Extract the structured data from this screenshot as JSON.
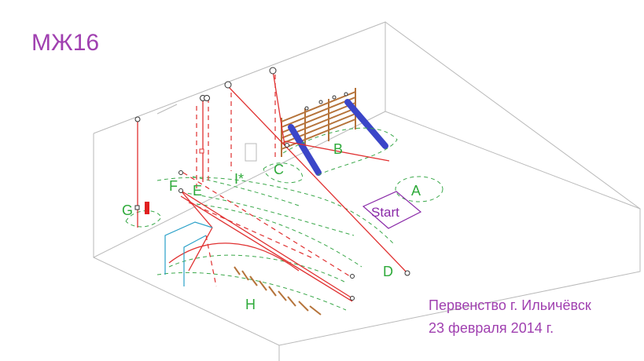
{
  "title": "МЖ16",
  "caption": {
    "line1": "Первенство г. Ильичёвск",
    "line2": "23 февраля 2014 г."
  },
  "start_label": "Start",
  "zones": {
    "A": "A",
    "B": "B",
    "C": "C",
    "D": "D",
    "E": "E",
    "F": "F",
    "G": "G",
    "H": "H",
    "I": "I*"
  },
  "colors": {
    "zone_label": "#2eaa3a",
    "title": "#a040b0",
    "rope": "#e03030",
    "zone_boundary": "#3aa84a",
    "log": "#3b46c8",
    "wood": "#b5733a",
    "rail": "#29a0c8"
  }
}
